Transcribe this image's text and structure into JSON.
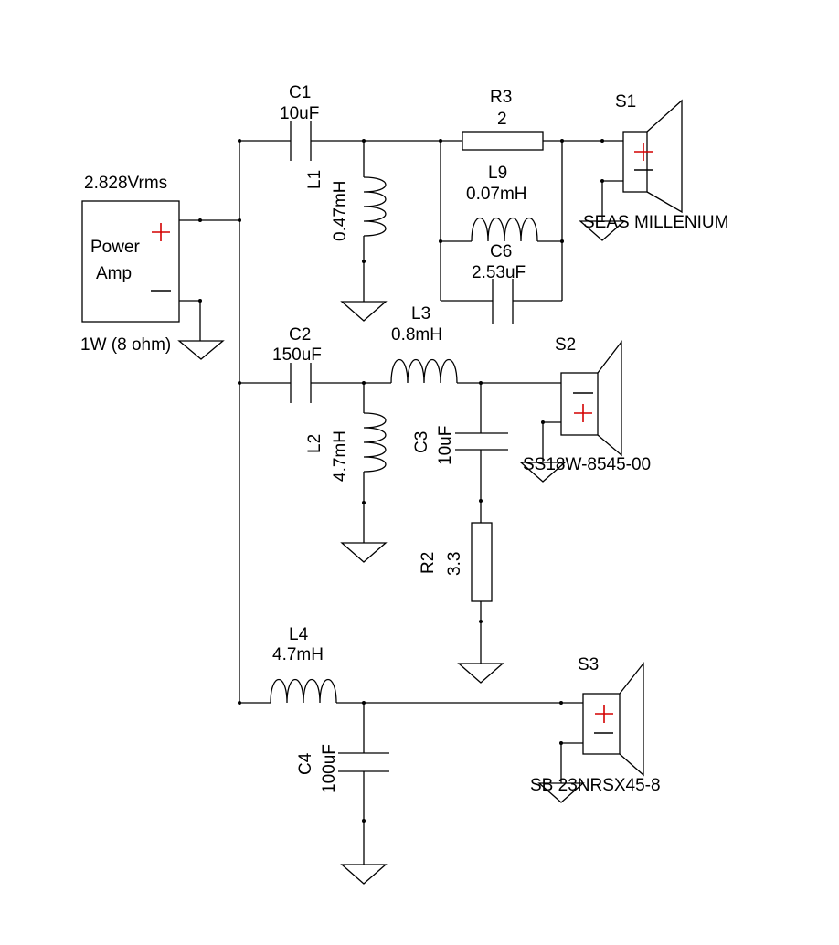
{
  "source": {
    "voltage": "2.828Vrms",
    "line1": "Power",
    "line2": "Amp",
    "power": "1W (8 ohm)",
    "plus": "+",
    "minus": "—"
  },
  "components": {
    "C1": {
      "name": "C1",
      "value": "10uF"
    },
    "R3": {
      "name": "R3",
      "value": "2"
    },
    "L1": {
      "name": "L1",
      "value": "0.47mH"
    },
    "L9": {
      "name": "L9",
      "value": "0.07mH"
    },
    "C6": {
      "name": "C6",
      "value": "2.53uF"
    },
    "C2": {
      "name": "C2",
      "value": "150uF"
    },
    "L3": {
      "name": "L3",
      "value": "0.8mH"
    },
    "L2": {
      "name": "L2",
      "value": "4.7mH"
    },
    "C3": {
      "name": "C3",
      "value": "10uF"
    },
    "R2": {
      "name": "R2",
      "value": "3.3"
    },
    "L4": {
      "name": "L4",
      "value": "4.7mH"
    },
    "C4": {
      "name": "C4",
      "value": "100uF"
    }
  },
  "speakers": {
    "S1": {
      "name": "S1",
      "model": "SEAS MILLENIUM",
      "top": "+",
      "bottom": "—"
    },
    "S2": {
      "name": "S2",
      "model": "SS18W-8545-00",
      "top": "—",
      "bottom": "+"
    },
    "S3": {
      "name": "S3",
      "model": "SB 23NRSX45-8",
      "top": "+",
      "bottom": "—"
    }
  },
  "colors": {
    "wire": "#000000",
    "polarity": "#d40000",
    "background": "#ffffff"
  }
}
